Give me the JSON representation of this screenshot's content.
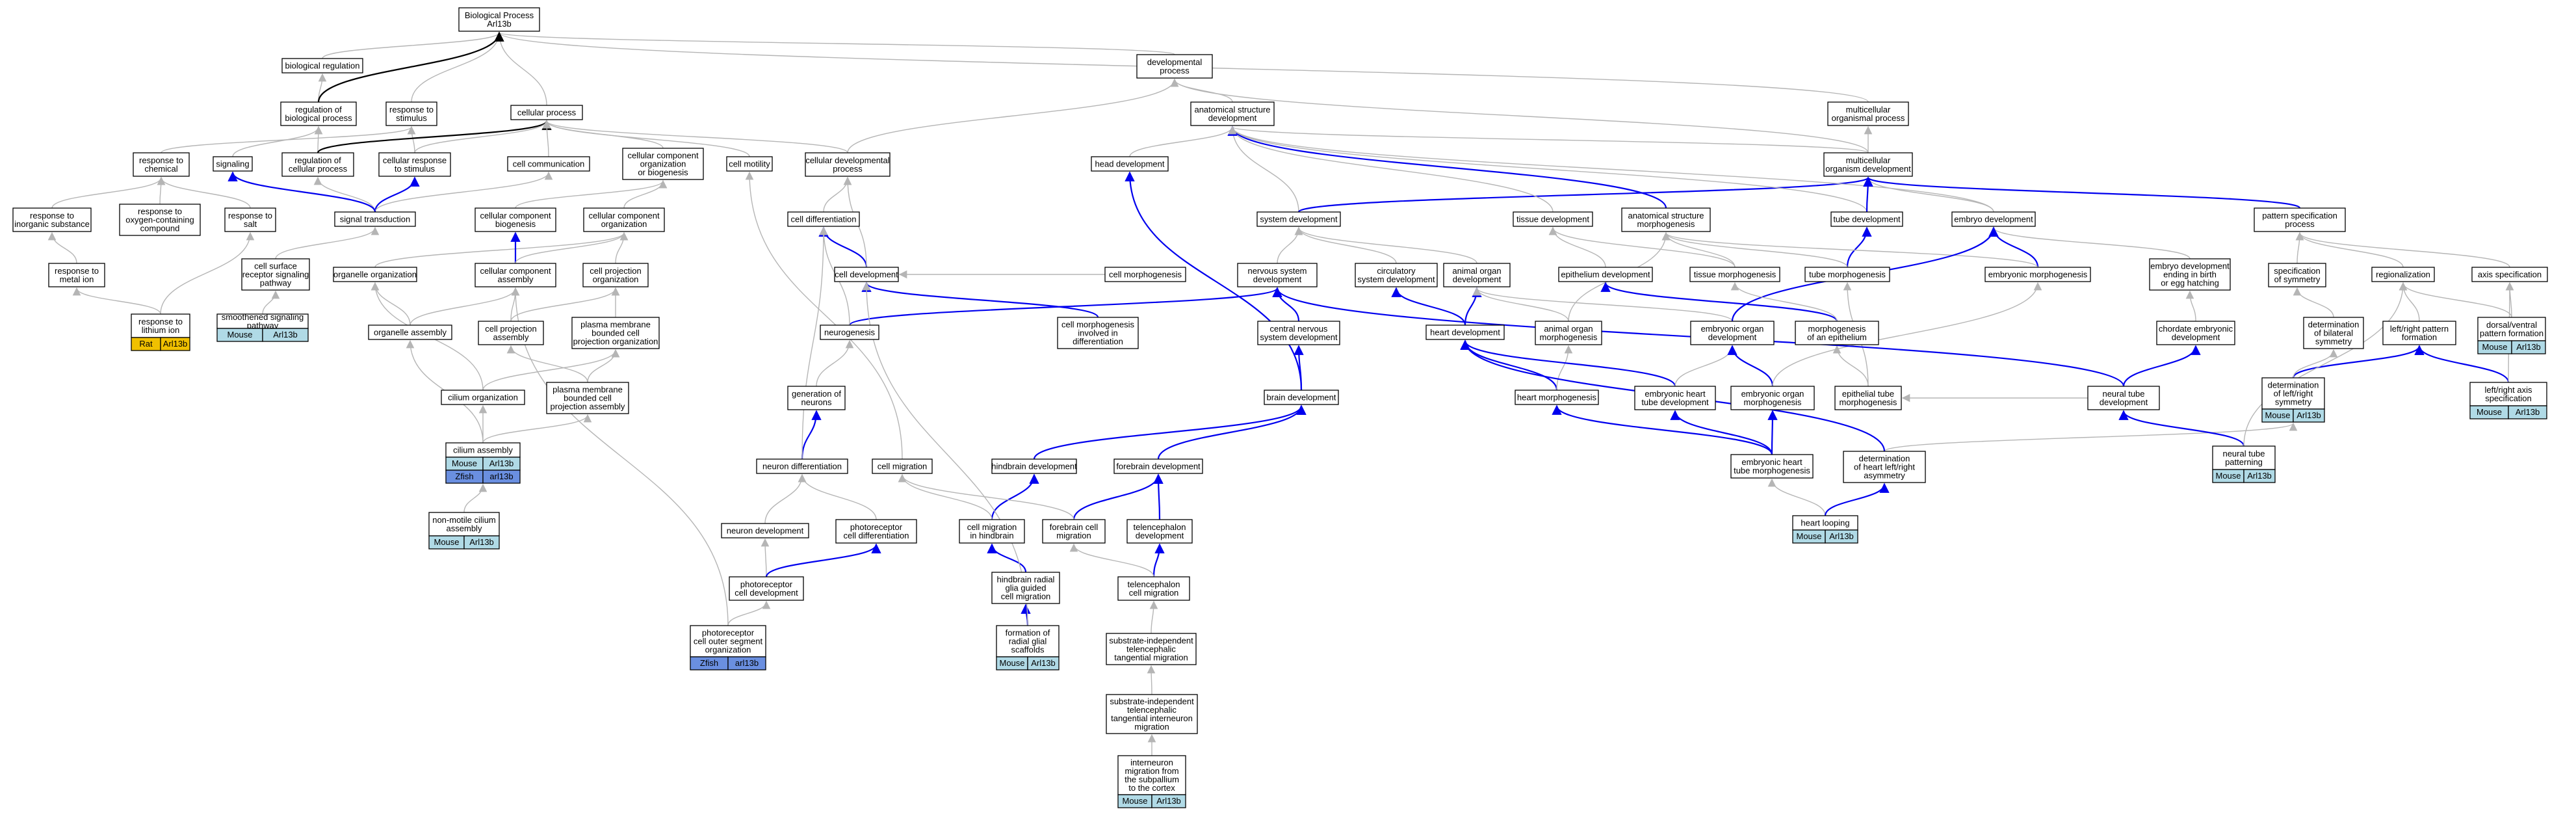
{
  "colors": {
    "edge_is_a": "#b5b5b5",
    "edge_part_of": "#000000",
    "edge_regulates": "#0000ee",
    "species_rat": "#f0c000",
    "species_mouse": "#b0dae6",
    "species_zfish": "#6a8fe0"
  },
  "nodes": {
    "bp": [
      "Biological Process",
      "Arl13b"
    ],
    "biol_reg": [
      "biological regulation"
    ],
    "dev_proc": [
      "developmental",
      "process"
    ],
    "reg_bio": [
      "regulation of",
      "biological process"
    ],
    "resp_stim": [
      "response to",
      "stimulus"
    ],
    "cell_proc": [
      "cellular process"
    ],
    "ass_dev": [
      "anatomical structure",
      "development"
    ],
    "multi_proc": [
      "multicellular",
      "organismal process"
    ],
    "resp_chem": [
      "response to",
      "chemical"
    ],
    "signaling": [
      "signaling"
    ],
    "reg_cell": [
      "regulation of",
      "cellular process"
    ],
    "cell_resp": [
      "cellular response",
      "to stimulus"
    ],
    "cell_comm": [
      "cell communication"
    ],
    "cco": [
      "cellular component",
      "organization",
      "or biogenesis"
    ],
    "cell_mot": [
      "cell motility"
    ],
    "cdp": [
      "cellular developmental",
      "process"
    ],
    "head_dev": [
      "head development"
    ],
    "multi_dev": [
      "multicellular",
      "organism development"
    ],
    "resp_inorg": [
      "response to",
      "inorganic substance"
    ],
    "resp_oxy": [
      "response to",
      "oxygen-containing",
      "compound"
    ],
    "resp_salt": [
      "response to",
      "salt"
    ],
    "sig_trans": [
      "signal transduction"
    ],
    "ccb": [
      "cellular component",
      "biogenesis"
    ],
    "cc_org": [
      "cellular component",
      "organization"
    ],
    "cell_diff": [
      "cell differentiation"
    ],
    "sys_dev": [
      "system development"
    ],
    "tissue_dev": [
      "tissue development"
    ],
    "asm": [
      "anatomical structure",
      "morphogenesis"
    ],
    "tube_dev": [
      "tube development"
    ],
    "embryo_dev": [
      "embryo development"
    ],
    "pattern": [
      "pattern specification",
      "process"
    ],
    "resp_metal": [
      "response to",
      "metal ion"
    ],
    "csr": [
      "cell surface",
      "receptor signaling",
      "pathway"
    ],
    "organelle_org": [
      "organelle organization"
    ],
    "cca": [
      "cellular component",
      "assembly"
    ],
    "cpo": [
      "cell projection",
      "organization"
    ],
    "cell_dev": [
      "cell development"
    ],
    "cell_morph": [
      "cell morphogenesis"
    ],
    "nsd": [
      "nervous system",
      "development"
    ],
    "circ": [
      "circulatory",
      "system development"
    ],
    "aod": [
      "animal organ",
      "development"
    ],
    "epi_dev": [
      "epithelium development"
    ],
    "tissue_morph": [
      "tissue morphogenesis"
    ],
    "tube_morph": [
      "tube morphogenesis"
    ],
    "embryo_morph": [
      "embryonic morphogenesis"
    ],
    "embryo_birth": [
      "embryo development",
      "ending in birth",
      "or egg hatching"
    ],
    "spec_sym": [
      "specification",
      "of symmetry"
    ],
    "regional": [
      "regionalization"
    ],
    "axis_spec": [
      "axis specification"
    ],
    "resp_li": [
      "response to",
      "lithium ion"
    ],
    "smooth": [
      "smoothened signaling",
      "pathway"
    ],
    "organelle_asm": [
      "organelle assembly"
    ],
    "cpa": [
      "cell projection",
      "assembly"
    ],
    "pmb": [
      "plasma membrane",
      "bounded cell",
      "projection organization"
    ],
    "neurogen": [
      "neurogenesis"
    ],
    "cmid": [
      "cell morphogenesis",
      "involved in",
      "differentiation"
    ],
    "cns": [
      "central nervous",
      "system development"
    ],
    "heart_dev": [
      "heart development"
    ],
    "aom": [
      "animal organ",
      "morphogenesis"
    ],
    "eod": [
      "embryonic organ",
      "development"
    ],
    "moe": [
      "morphogenesis",
      "of an epithelium"
    ],
    "chordate": [
      "chordate embryonic",
      "development"
    ],
    "bilat": [
      "determination",
      "of bilateral",
      "symmetry"
    ],
    "lr_form": [
      "left/right pattern",
      "formation"
    ],
    "dv": [
      "dorsal/ventral",
      "pattern formation"
    ],
    "cilium_org": [
      "cilium organization"
    ],
    "pmbpa": [
      "plasma membrane",
      "bounded cell",
      "projection assembly"
    ],
    "gen_neur": [
      "generation of",
      "neurons"
    ],
    "brain_dev": [
      "brain development"
    ],
    "heart_morph": [
      "heart morphogenesis"
    ],
    "ehtd": [
      "embryonic heart",
      "tube development"
    ],
    "eom": [
      "embryonic organ",
      "morphogenesis"
    ],
    "etm": [
      "epithelial tube",
      "morphogenesis"
    ],
    "neural_tube": [
      "neural tube",
      "development"
    ],
    "det_lr": [
      "determination",
      "of left/right",
      "symmetry"
    ],
    "lr_axis": [
      "left/right axis",
      "specification"
    ],
    "cilium_asm": [
      "cilium assembly"
    ],
    "neur_diff": [
      "neuron differentiation"
    ],
    "cell_mig": [
      "cell migration"
    ],
    "hind_dev": [
      "hindbrain development"
    ],
    "fore_dev": [
      "forebrain development"
    ],
    "det_heart": [
      "determination",
      "of heart left/right",
      "asymmetry"
    ],
    "nonmotile": [
      "non-motile cilium",
      "assembly"
    ],
    "neur_dev": [
      "neuron development"
    ],
    "photo_diff": [
      "photoreceptor",
      "cell differentiation"
    ],
    "cm_hind": [
      "cell migration",
      "in hindbrain"
    ],
    "fore_mig": [
      "forebrain cell",
      "migration"
    ],
    "tel_dev": [
      "telencephalon",
      "development"
    ],
    "ehtm": [
      "embryonic heart",
      "tube morphogenesis"
    ],
    "ntp": [
      "neural tube",
      "patterning"
    ],
    "photo_dev": [
      "photoreceptor",
      "cell development"
    ],
    "hrg": [
      "hindbrain radial",
      "glia guided",
      "cell migration"
    ],
    "tel_mig": [
      "telencephalon",
      "cell migration"
    ],
    "heart_loop": [
      "heart looping"
    ],
    "photo_outer": [
      "photoreceptor",
      "cell outer segment",
      "organization"
    ],
    "radial": [
      "formation of",
      "radial glial",
      "scaffolds"
    ],
    "sitm": [
      "substrate-independent",
      "telencephalic",
      "tangential migration"
    ],
    "sitim": [
      "substrate-independent",
      "telencephalic",
      "tangential interneuron",
      "migration"
    ],
    "interneuron": [
      "interneuron",
      "migration from",
      "the subpallium",
      "to the cortex"
    ]
  },
  "annotations": {
    "resp_li": [
      "Rat",
      "Arl13b"
    ],
    "smooth": [
      "Mouse",
      "Arl13b"
    ],
    "cilium_asm_1": [
      "Mouse",
      "Arl13b"
    ],
    "cilium_asm_2": [
      "Zfish",
      "arl13b"
    ],
    "nonmotile": [
      "Mouse",
      "Arl13b"
    ],
    "photo_outer": [
      "Zfish",
      "arl13b"
    ],
    "radial": [
      "Mouse",
      "Arl13b"
    ],
    "interneuron": [
      "Mouse",
      "Arl13b"
    ],
    "heart_loop": [
      "Mouse",
      "Arl13b"
    ],
    "ntp": [
      "Mouse",
      "Arl13b"
    ],
    "det_lr": [
      "Mouse",
      "Arl13b"
    ],
    "lr_axis": [
      "Mouse",
      "Arl13b"
    ],
    "dv": [
      "Mouse",
      "Arl13b"
    ]
  }
}
